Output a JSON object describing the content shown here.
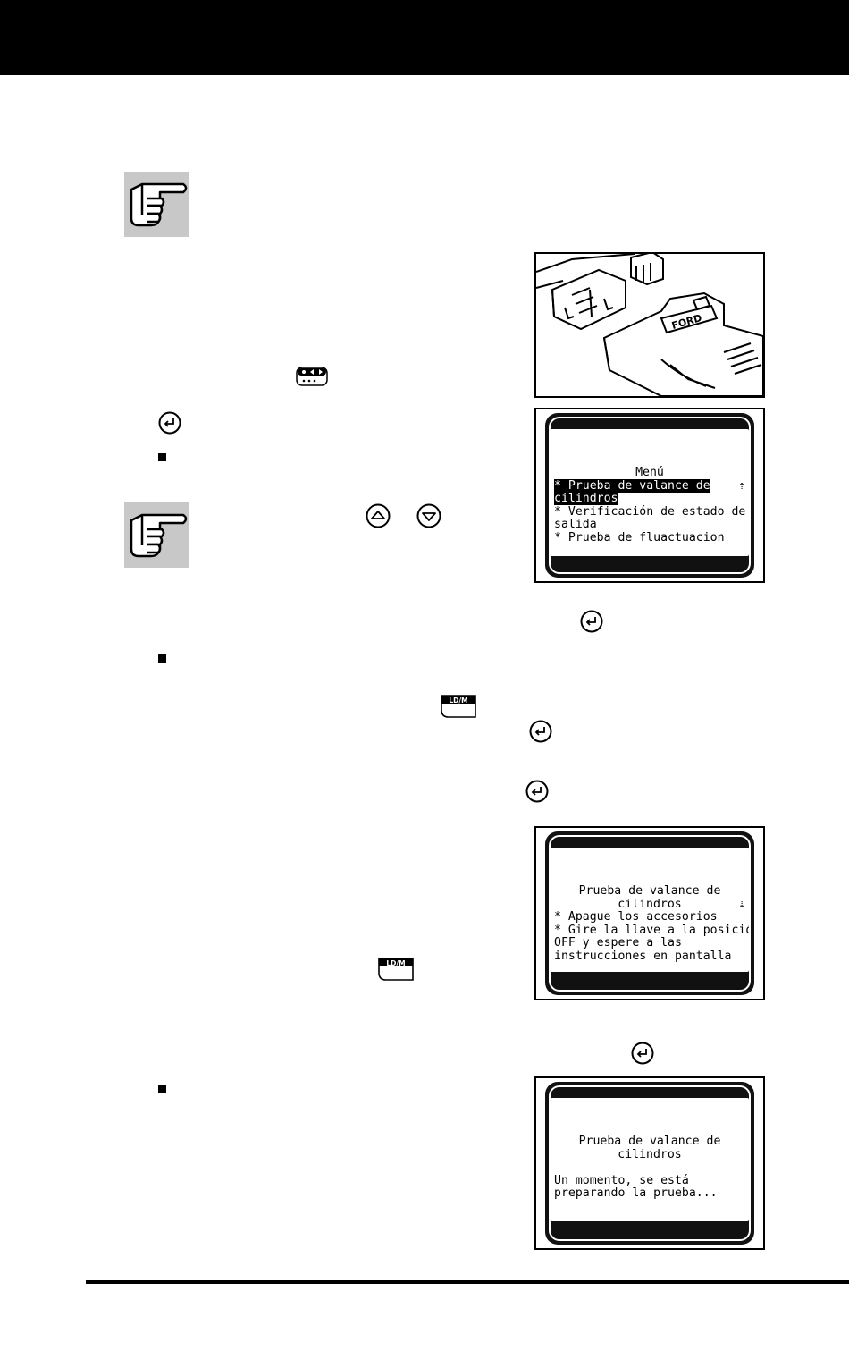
{
  "screens": {
    "menu": {
      "title": "Menú",
      "items": [
        "* Prueba de valance de",
        "cilindros",
        "* Verificación de estado de",
        "salida",
        "* Prueba de fluactuacion"
      ],
      "scroll_glyph": "⇡"
    },
    "instructions": {
      "title_lines": [
        "Prueba de valance de",
        "cilindros"
      ],
      "lines": [
        "* Apague los accesorios",
        "* Gire la llave a la posición",
        "OFF y espere a las",
        "instrucciones en pantalla"
      ],
      "scroll_glyph": "⇣"
    },
    "preparing": {
      "title_lines": [
        "Prueba de valance de",
        "cilindros"
      ],
      "lines": [
        "Un momento, se está",
        "preparando la prueba..."
      ]
    }
  },
  "connector_photo": {
    "brand": "FORD"
  },
  "buttons": {
    "ldm_label": "LD/M"
  },
  "colors": {
    "note_bg": "#c8c8c8",
    "bar": "#000000"
  }
}
